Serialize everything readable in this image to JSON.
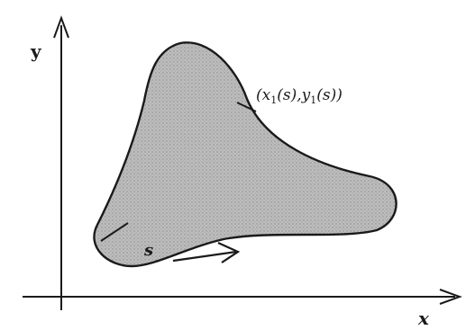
{
  "diagram": {
    "axis_y_label": "y",
    "axis_x_label": "x",
    "arc_length_label": "s",
    "boundary_point_label": {
      "open": "(x",
      "sub1": "1",
      "mid": "(s),y",
      "sub2": "1",
      "close": "(s))"
    }
  },
  "colors": {
    "ink": "#1a1a1a",
    "region_fill": "#b8b8b8",
    "background": "#ffffff"
  }
}
